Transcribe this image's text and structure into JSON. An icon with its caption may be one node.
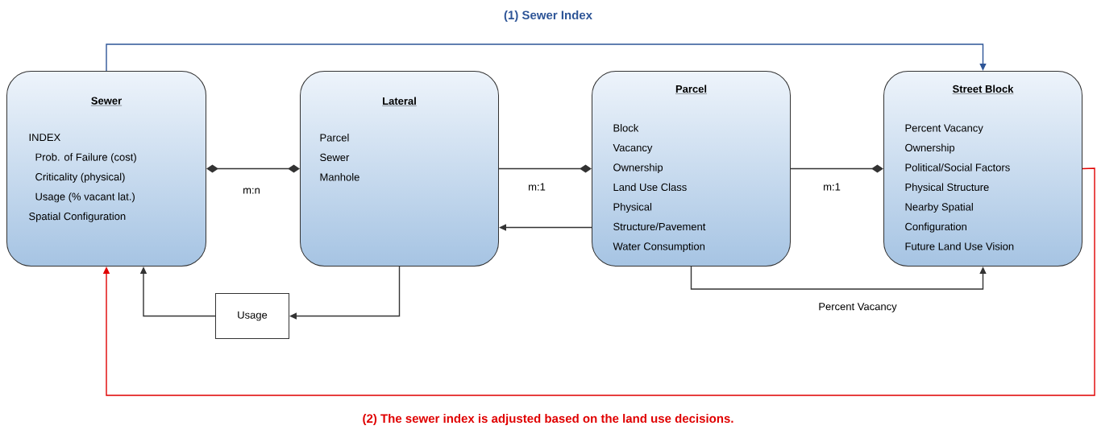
{
  "diagram": {
    "nodes": [
      {
        "text": [
          "Sewer",
          "INDEX",
          "Prob. of Failure (cost)",
          "Criticality (physical)",
          "Usage (% vacant lat.)",
          "Spatial Configuration"
        ]
      },
      {
        "text": [
          "Lateral",
          "Parcel",
          "Sewer",
          "Manhole"
        ]
      },
      {
        "text": [
          "Parcel",
          "Block",
          "Vacancy",
          "Ownership",
          "Land Use Class",
          "Physical Structure/Pavement",
          "Water Consumption"
        ]
      },
      {
        "text": [
          "Street Block",
          "Percent Vacancy",
          "Ownership",
          "Political/Social Factors",
          "Physical Structure",
          "Nearby Spatial Configuration",
          "Future Land Use Vision"
        ]
      },
      {
        "text": [
          "Usage"
        ]
      }
    ],
    "edges": [
      {
        "from": 0,
        "to": 1,
        "arrow": "other",
        "label": "m:n"
      },
      {
        "from": 1,
        "to": 2,
        "arrow": "other",
        "label": "m:1"
      },
      {
        "from": 2,
        "to": 3,
        "arrow": "other",
        "label": "m:1"
      },
      {
        "from": 2,
        "to": 1,
        "arrow": "to"
      },
      {
        "from": 1,
        "to": 4,
        "arrow": "to"
      },
      {
        "from": 4,
        "to": 0,
        "arrow": "to"
      },
      {
        "from": 2,
        "to": 3,
        "arrow": "to",
        "label": "Percent Vacancy"
      },
      {
        "from": 0,
        "to": 3,
        "arrow": "to",
        "label": "(1) Sewer Index",
        "color": "#2e5597"
      },
      {
        "from": 3,
        "to": 0,
        "arrow": "to",
        "label": "(2) The sewer index is adjusted based on the land use decisions.",
        "color": "#e00000"
      }
    ]
  }
}
